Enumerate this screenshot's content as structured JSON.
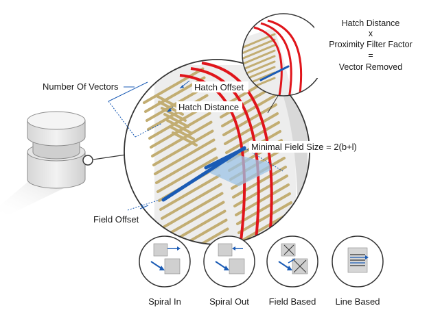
{
  "labels": {
    "number_of_vectors": "Number Of Vectors",
    "hatch_offset": "Hatch Offset",
    "hatch_distance": "Hatch Distance",
    "minimal_field_size": "Minimal Field Size = 2(b+l)",
    "field_offset": "Field Offset"
  },
  "formula": {
    "line1": "Hatch Distance",
    "line2": "x",
    "line3": "Proximity Filter Factor",
    "line4": "=",
    "line5": "Vector Removed"
  },
  "strategies": [
    {
      "label": "Spiral In"
    },
    {
      "label": "Spiral Out"
    },
    {
      "label": "Field Based"
    },
    {
      "label": "Line Based"
    }
  ],
  "colors": {
    "hatch": "#c2ad72",
    "contour": "#e0151b",
    "vector_blue": "#1a5bb5",
    "field_area": "#9cc3e6",
    "outline": "#333333",
    "plate": "#ededed"
  }
}
